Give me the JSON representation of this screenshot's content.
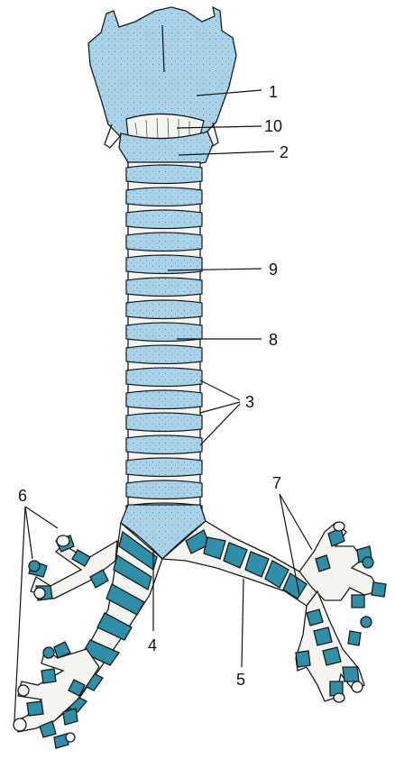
{
  "labels": [
    {
      "id": "1",
      "text": "1"
    },
    {
      "id": "10",
      "text": "10"
    },
    {
      "id": "2",
      "text": "2"
    },
    {
      "id": "9",
      "text": "9"
    },
    {
      "id": "8",
      "text": "8"
    },
    {
      "id": "3",
      "text": "3"
    },
    {
      "id": "6",
      "text": "6"
    },
    {
      "id": "7",
      "text": "7"
    },
    {
      "id": "4",
      "text": "4"
    },
    {
      "id": "5",
      "text": "5"
    }
  ],
  "colors": {
    "cartilage": "#a8d3ea",
    "cartilage_dark": "#6fb4d6",
    "bronchus": "#2f8fa8",
    "membrane": "#f4f4f0",
    "outline": "#1a1a1a"
  }
}
